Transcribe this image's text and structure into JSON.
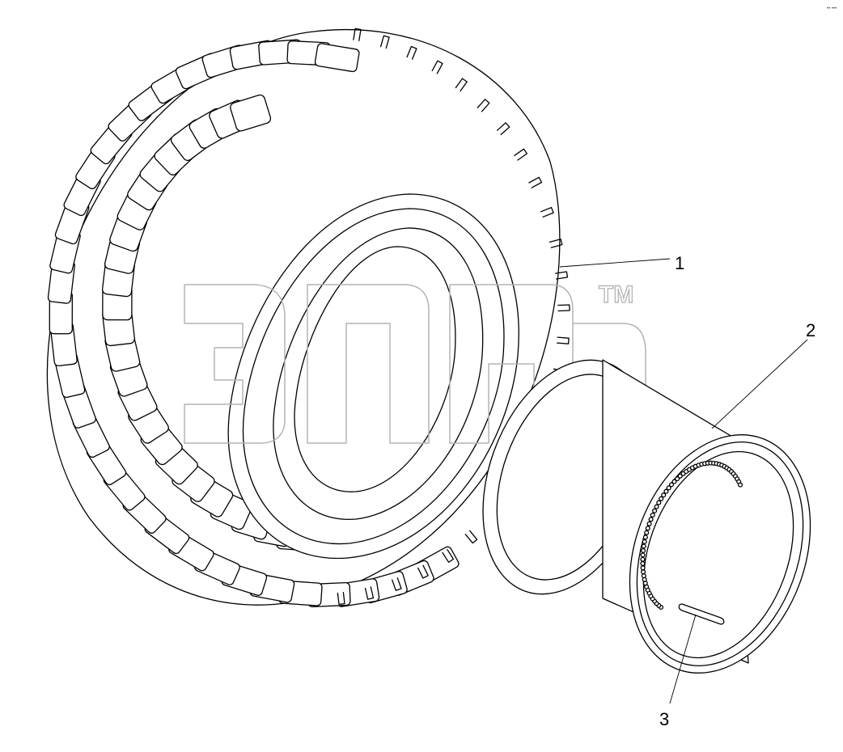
{
  "callouts": [
    {
      "id": "1",
      "label": "1"
    },
    {
      "id": "2",
      "label": "2"
    },
    {
      "id": "3",
      "label": "3"
    }
  ],
  "watermark": {
    "trademark": "TM"
  },
  "corner_mark": "•• •••",
  "colors": {
    "line": "#000000",
    "background": "#ffffff",
    "watermark": "#b4b4b4"
  }
}
